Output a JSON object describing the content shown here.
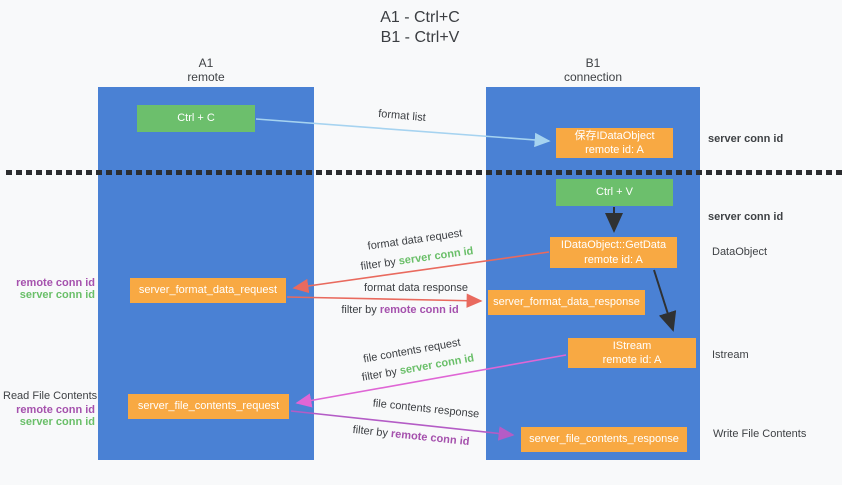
{
  "title": {
    "line1": "A1 - Ctrl+C",
    "line2": "B1 - Ctrl+V"
  },
  "lanes": {
    "a1": {
      "name": "A1",
      "subtitle": "remote"
    },
    "b1": {
      "name": "B1",
      "subtitle": "connection"
    }
  },
  "nodes": {
    "ctrl_c": {
      "label": "Ctrl + C"
    },
    "ctrl_v": {
      "label": "Ctrl + V"
    },
    "save_dataobject": {
      "line1": "保存IDataObject",
      "line2": "remote id: A"
    },
    "getdata": {
      "line1": "IDataObject::GetData",
      "line2": "remote id: A"
    },
    "istream": {
      "line1": "IStream",
      "line2": "remote id: A"
    },
    "server_format_data_request": {
      "label": "server_format_data_request"
    },
    "server_format_data_response": {
      "label": "server_format_data_response"
    },
    "server_file_contents_request": {
      "label": "server_file_contents_request"
    },
    "server_file_contents_response": {
      "label": "server_file_contents_response"
    }
  },
  "edge_labels": {
    "format_list": "format list",
    "format_data_request": "format data request",
    "format_data_response": "format data response",
    "file_contents_request": "file contents request",
    "file_contents_response": "file contents response",
    "filter_by": "filter by ",
    "server_conn_id": "server conn id",
    "remote_conn_id": "remote conn id"
  },
  "side_labels": {
    "server_conn_id_top": "server conn id",
    "server_conn_id_mid": "server conn id",
    "dataobject": "DataObject",
    "istream": "Istream",
    "write_file_contents": "Write File Contents",
    "read_file_contents": "Read File Contents",
    "remote_conn_id": "remote conn id",
    "server_conn_id": "server conn id"
  },
  "colors": {
    "lane_blue": "#4a81d4",
    "node_green": "#6cbf6c",
    "node_orange": "#f8a943",
    "label_green": "#6abf69",
    "label_purple": "#a551ad",
    "arrow_lightblue": "#a6d3f0",
    "arrow_coral": "#e96a5e",
    "arrow_pink": "#df66d5",
    "arrow_purple": "#b45cc6",
    "arrow_black": "#2f3133"
  }
}
